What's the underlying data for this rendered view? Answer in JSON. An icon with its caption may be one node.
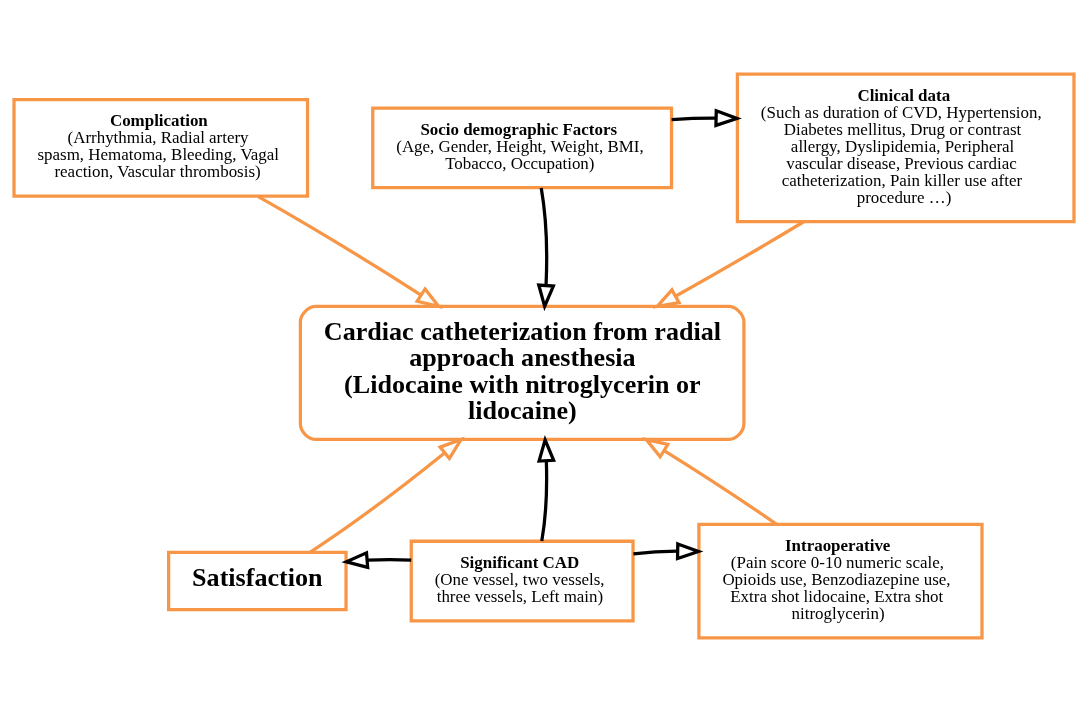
{
  "diagram": {
    "nodes": [
      {
        "text": [
          "Complication",
          "(Arrhythmia, Radial artery spasm, Hematoma, Bleeding, Vagal reaction, Vascular thrombosis)"
        ]
      },
      {
        "text": [
          "Socio demographic Factors",
          "(Age, Gender, Height, Weight, BMI, Tobacco, Occupation)"
        ]
      },
      {
        "text": [
          "Clinical data",
          "(Such as duration of CVD, Hypertension, Diabetes mellitus, Drug or contrast allergy, Dyslipidemia, Peripheral vascular disease, Previous cardiac catheterization, Pain killer use after procedure …)"
        ]
      },
      {
        "text": [
          "Cardiac catheterization from radial approach anesthesia",
          "(Lidocaine with nitroglycerin or lidocaine)"
        ]
      },
      {
        "text": [
          "Satisfaction"
        ]
      },
      {
        "text": [
          "Significant CAD",
          "(One vessel, two vessels, three vessels, Left main)"
        ]
      },
      {
        "text": [
          "Intraoperative",
          "(Pain score 0-10 numeric scale, Opioids use, Benzodiazepine use, Extra shot lidocaine, Extra shot nitroglycerin)"
        ]
      }
    ],
    "edges": [
      {
        "from": 1,
        "to": 2,
        "arrow": "to"
      },
      {
        "from": 1,
        "to": 3,
        "arrow": "to"
      },
      {
        "from": 0,
        "to": 3,
        "arrow": "to",
        "color": "#f79646"
      },
      {
        "from": 4,
        "to": 3,
        "arrow": "to",
        "color": "#f79646"
      },
      {
        "from": 2,
        "to": 3,
        "arrow": "to",
        "color": "#f79646"
      },
      {
        "from": 6,
        "to": 3,
        "arrow": "to",
        "color": "#f79646"
      },
      {
        "from": 5,
        "to": 3,
        "arrow": "to"
      },
      {
        "from": 5,
        "to": 4,
        "arrow": "to"
      },
      {
        "from": 5,
        "to": 6,
        "arrow": "to"
      }
    ]
  }
}
